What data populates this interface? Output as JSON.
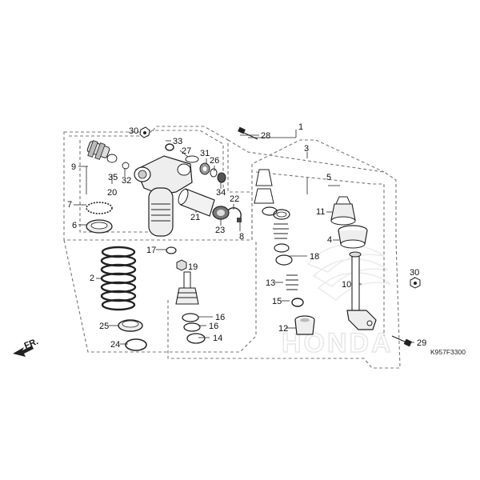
{
  "diagram": {
    "diagram_code": "K957F3300",
    "watermark": "HONDA",
    "direction_label": "FR.",
    "callouts": [
      "1",
      "2",
      "3",
      "4",
      "5",
      "6",
      "7",
      "8",
      "9",
      "10",
      "11",
      "12",
      "13",
      "14",
      "15",
      "16",
      "16",
      "17",
      "18",
      "19",
      "20",
      "21",
      "22",
      "23",
      "24",
      "25",
      "26",
      "27",
      "28",
      "29",
      "30",
      "30",
      "31",
      "32",
      "33",
      "34",
      "35"
    ]
  }
}
